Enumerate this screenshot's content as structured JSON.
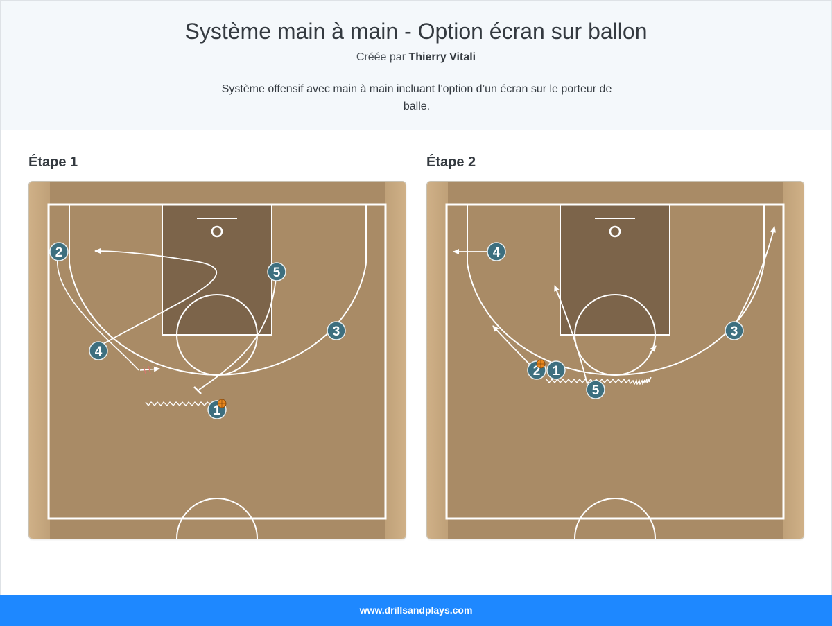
{
  "header": {
    "title": "Système main à main - Option écran sur ballon",
    "byline_prefix": "Créée par",
    "author": "Thierry Vitali",
    "description": "Système offensif avec main à main incluant l’option d’un écran sur le porteur de balle."
  },
  "steps": [
    {
      "title": "Étape 1",
      "players": [
        {
          "label": "2"
        },
        {
          "label": "5"
        },
        {
          "label": "3"
        },
        {
          "label": "4"
        },
        {
          "label": "1",
          "has_ball": true
        }
      ]
    },
    {
      "title": "Étape 2",
      "players": [
        {
          "label": "4"
        },
        {
          "label": "3"
        },
        {
          "label": "2",
          "has_ball": true
        },
        {
          "label": "1"
        },
        {
          "label": "5"
        }
      ]
    }
  ],
  "footer": {
    "site": "www.drillsandplays.com"
  },
  "colors": {
    "player_fill": "#3d6f7f",
    "court_wood": "#c8a878",
    "paint": "#7a6248",
    "footer_bg": "#1e88ff",
    "ball": "#e8871e"
  }
}
